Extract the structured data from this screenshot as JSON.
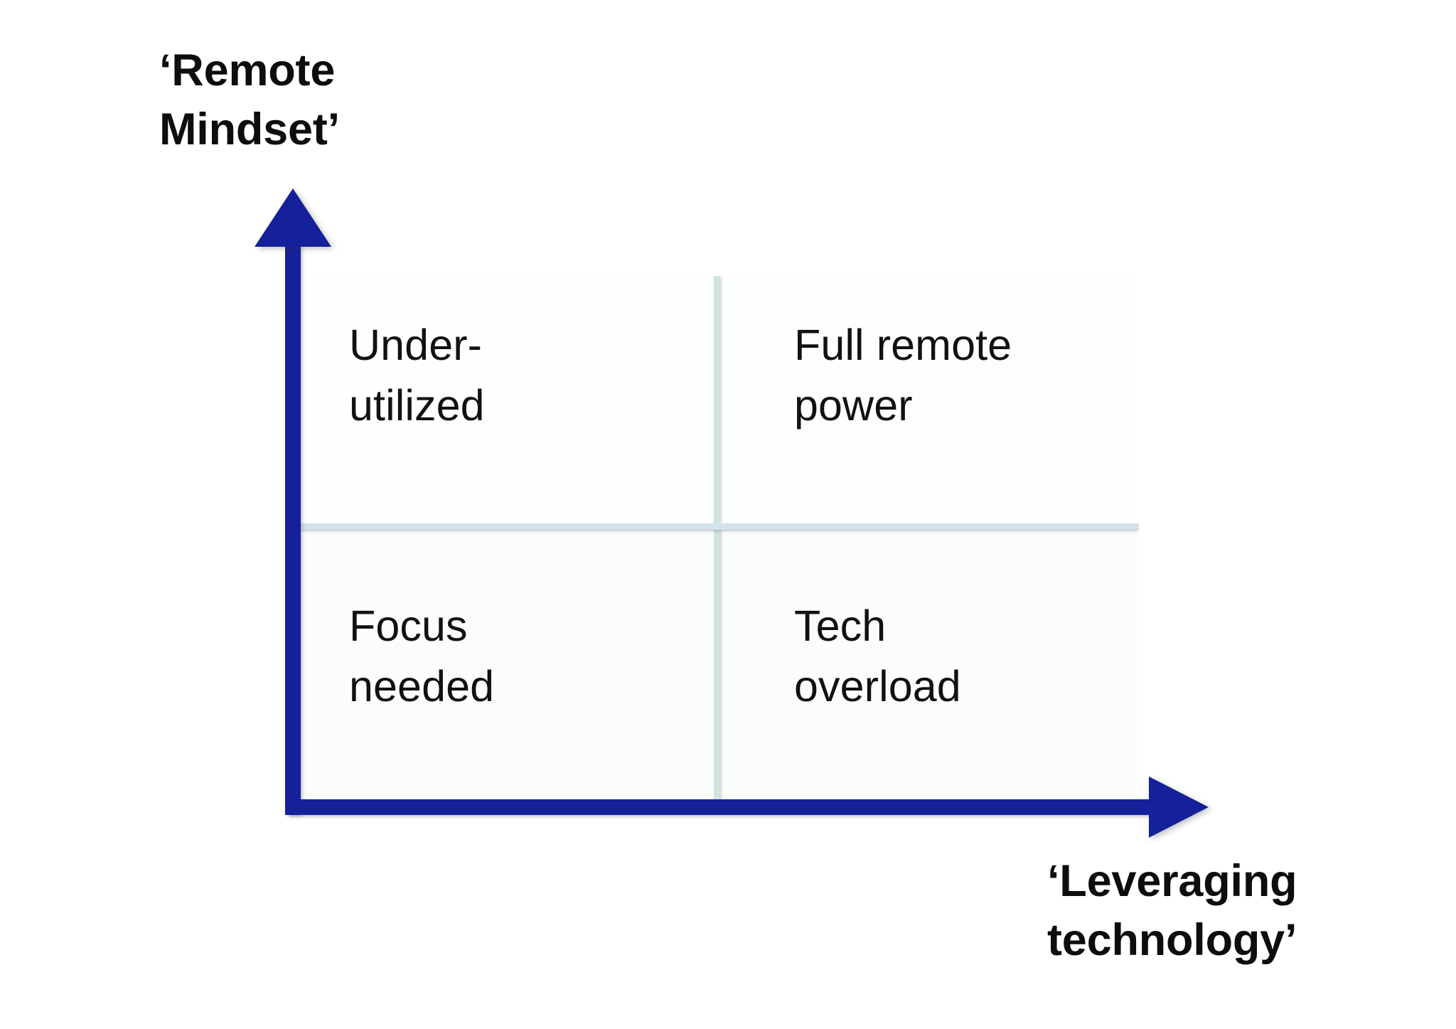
{
  "chart_data": {
    "type": "scatter",
    "title": "",
    "subtitle": "",
    "layout": "2x2 quadrant matrix",
    "xlabel": "‘Leveraging technology’",
    "ylabel": "‘Remote Mindset’",
    "grid": true,
    "legend": "none",
    "axis_style": "arrow",
    "quadrants": [
      {
        "position": "top-left",
        "x_level": "low",
        "y_level": "high",
        "label": "Under-\nutilized"
      },
      {
        "position": "top-right",
        "x_level": "high",
        "y_level": "high",
        "label": "Full remote\npower"
      },
      {
        "position": "bottom-left",
        "x_level": "low",
        "y_level": "low",
        "label": "Focus\nneeded"
      },
      {
        "position": "bottom-right",
        "x_level": "high",
        "y_level": "low",
        "label": "Tech\noverload"
      }
    ]
  },
  "axes": {
    "y_title": "‘Remote\nMindset’",
    "x_title": "‘Leveraging\ntechnology’"
  },
  "quadrants": {
    "top_left": "Under-\nutilized",
    "top_right": "Full remote\npower",
    "bottom_left": "Focus\nneeded",
    "bottom_right": "Tech\noverload"
  },
  "colors": {
    "axis_navy": "#15209B",
    "gridline_teal": "#cfe3e2",
    "gridline_blue": "#d4e3ec",
    "text": "#111111",
    "background": "#ffffff"
  }
}
